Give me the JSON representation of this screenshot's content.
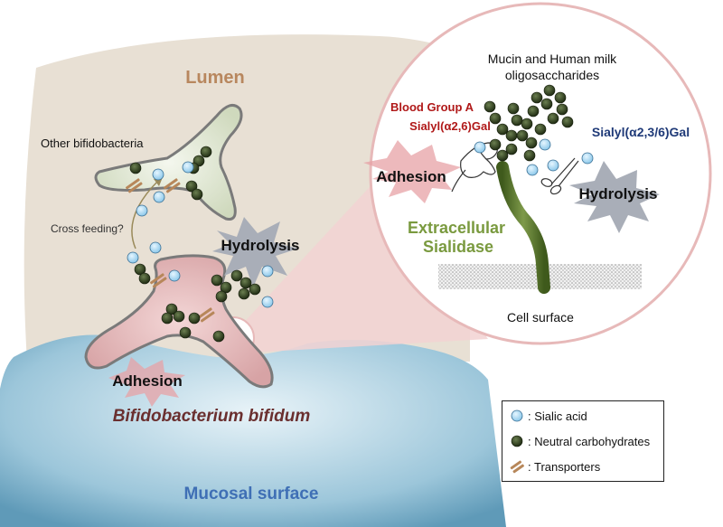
{
  "labels": {
    "lumen": "Lumen",
    "other_bifidobacteria": "Other bifidobacteria",
    "cross_feeding": "Cross feeding?",
    "hydrolysis_left": "Hydrolysis",
    "adhesion_left": "Adhesion",
    "species": "Bifidobacterium bifidum",
    "mucosal_surface": "Mucosal surface",
    "mucin_line1": "Mucin and Human milk",
    "mucin_line2": "oligosaccharides",
    "blood_group_a": "Blood Group A",
    "sialyl_26": "Sialyl(α2,6)Gal",
    "sialyl_236": "Sialyl(α2,3/6)Gal",
    "adhesion_right": "Adhesion",
    "hydrolysis_right": "Hydrolysis",
    "extracellular_line1": "Extracellular",
    "extracellular_line2": "Sialidase",
    "cell_surface": "Cell surface"
  },
  "legend": {
    "sialic_acid": ": Sialic acid",
    "neutral_carbohydrates": ": Neutral carbohydrates",
    "transporters": ": Transporters"
  },
  "colors": {
    "lumen_bg": "#e8e0d4",
    "mucosa": "#7fb2cc",
    "bacterium_main": "#e5bcbd",
    "bacterium_other": "#e2ead6",
    "sialic_acid": "#a8d8f2",
    "neutral_carb": "#2f3f22",
    "transporter": "#b7875a",
    "sialidase": "#5f7a33",
    "lumen_text": "#b8875e",
    "species_text": "#6a2f2f",
    "mucosal_text": "#3f6fb5",
    "blood_group_text": "#b01818",
    "sialyl_right_text": "#1f3a78",
    "sialidase_text": "#7a9a3f"
  }
}
